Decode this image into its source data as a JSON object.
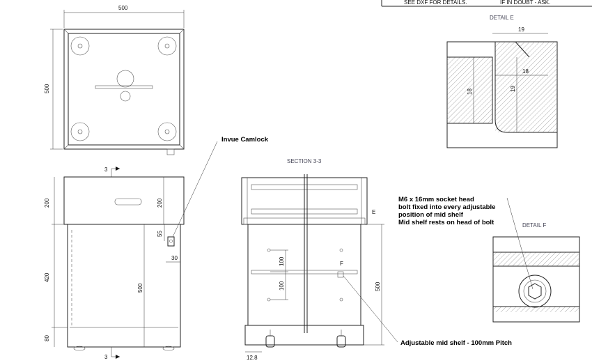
{
  "title_block": {
    "note_left": "SEE DXF FOR DETAILS.",
    "note_right": "IF IN DOUBT - ASK."
  },
  "top_view": {
    "width_dim": "500",
    "depth_dim": "500"
  },
  "front_view": {
    "section_marker": "3",
    "dims_left": [
      "200",
      "420",
      "80"
    ],
    "dim_inner_height": "500",
    "dim_top": "200",
    "camlock_v": "55",
    "camlock_h": "30"
  },
  "section": {
    "title": "SECTION 3-3",
    "dim_upper": "100",
    "dim_lower": "100",
    "detail_e_marker": "E",
    "detail_f_marker": "F",
    "dim_height": "500",
    "dim_foot": "12.8"
  },
  "detail_e": {
    "title": "DETAIL E",
    "dim_top": "19",
    "dim_mid": "18",
    "dim_v1": "18",
    "dim_v2": "19"
  },
  "detail_f": {
    "title": "DETAIL F"
  },
  "annotations": {
    "camlock": "Invue Camlock",
    "bolt_lines": [
      "M6 x 16mm socket head",
      "bolt fixed into every adjustable",
      "position of mid shelf",
      "Mid shelf rests on head of bolt"
    ],
    "shelf": "Adjustable mid shelf - 100mm Pitch"
  }
}
